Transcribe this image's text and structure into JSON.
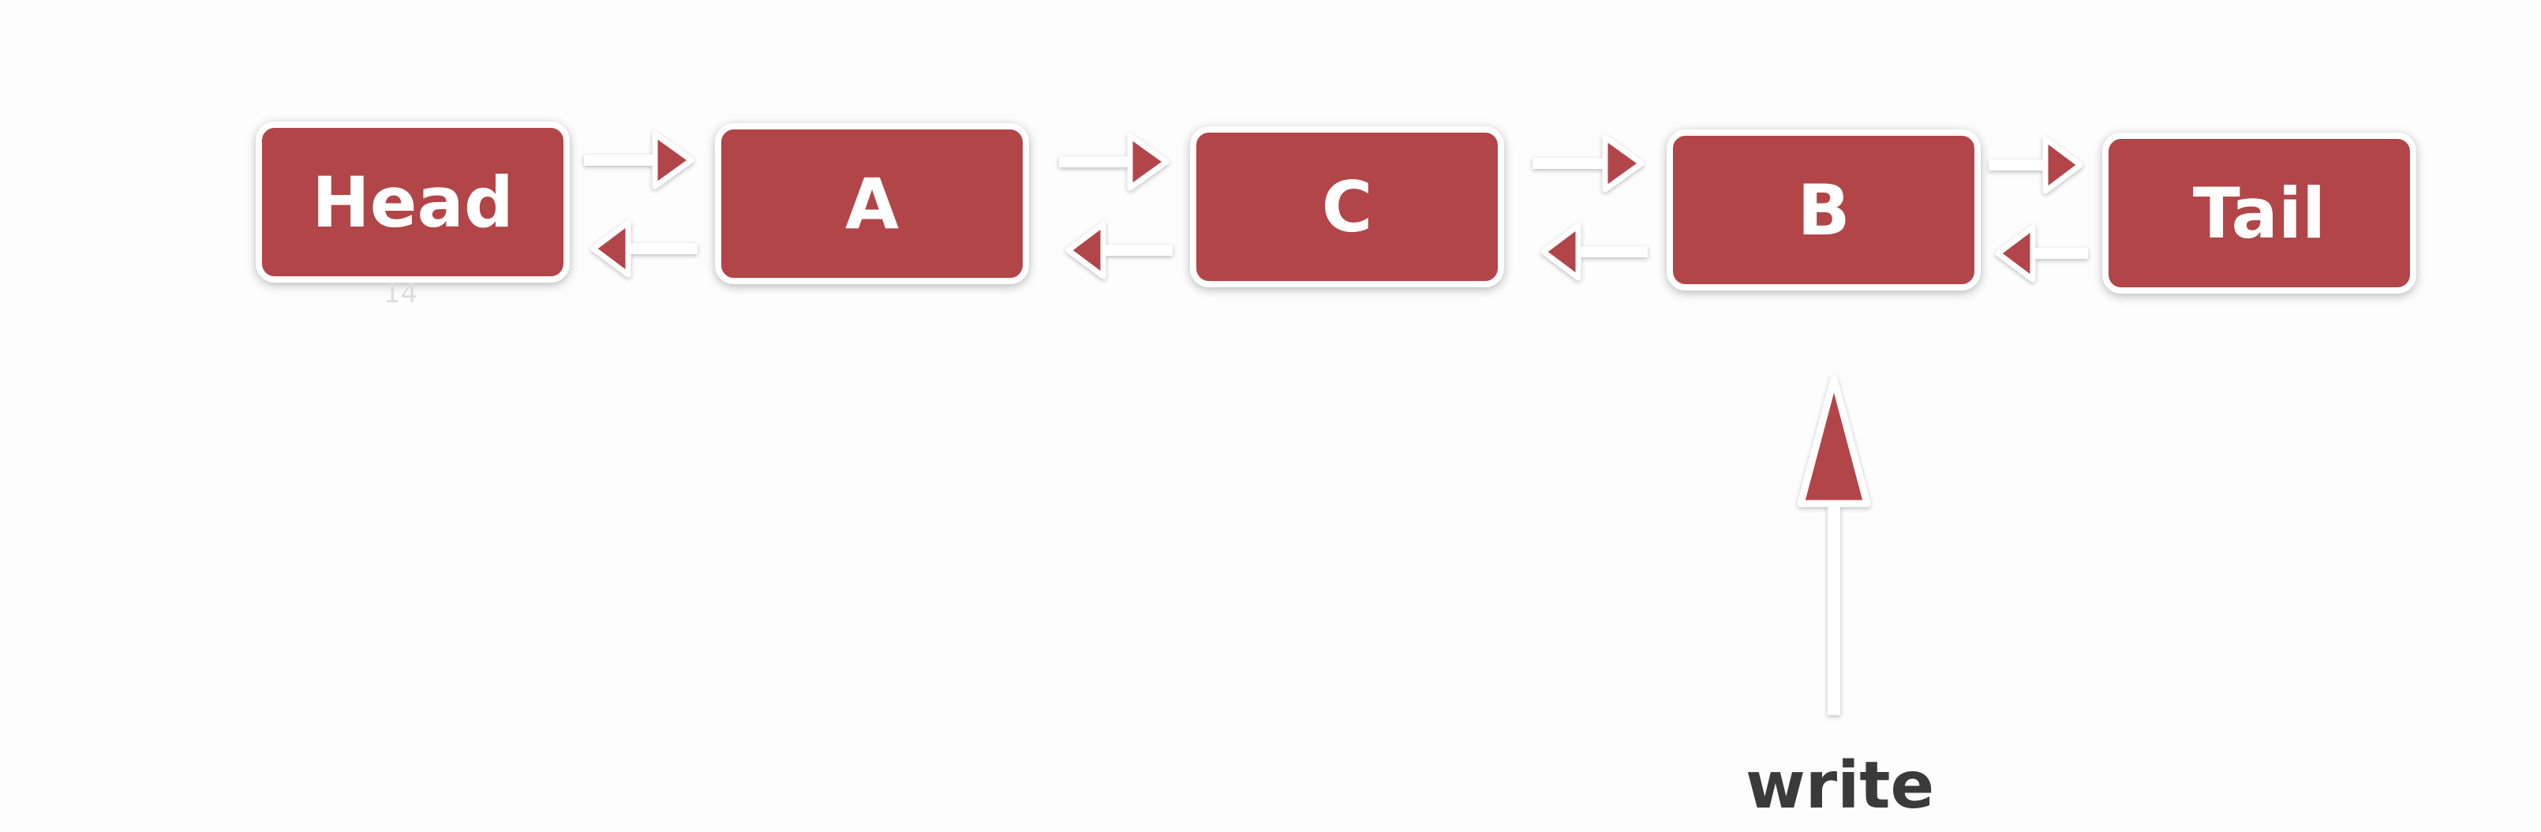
{
  "diagram": {
    "nodes": [
      {
        "id": "head",
        "label": "Head"
      },
      {
        "id": "a",
        "label": "A"
      },
      {
        "id": "c",
        "label": "C"
      },
      {
        "id": "b",
        "label": "B"
      },
      {
        "id": "tail",
        "label": "Tail"
      }
    ],
    "links": [
      {
        "from": "Head",
        "to": "A",
        "direction": "bidirectional"
      },
      {
        "from": "A",
        "to": "C",
        "direction": "bidirectional"
      },
      {
        "from": "C",
        "to": "B",
        "direction": "bidirectional"
      },
      {
        "from": "B",
        "to": "Tail",
        "direction": "bidirectional"
      }
    ],
    "pointer": {
      "target": "B",
      "label": "write"
    },
    "page_number": "14",
    "colors": {
      "node_fill": "#b24548",
      "node_border": "#ffffff",
      "node_text": "#ffffff",
      "arrow": "#b24548",
      "label_text": "#3a3a3a"
    }
  }
}
